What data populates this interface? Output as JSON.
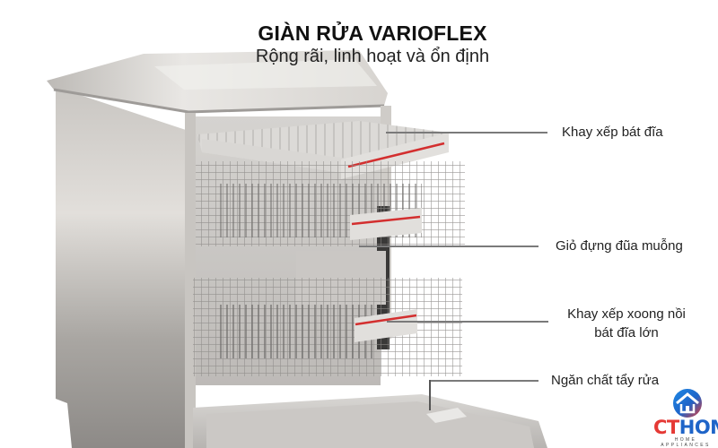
{
  "header": {
    "title": "GIÀN RỬA VARIOFLEX",
    "subtitle": "Rộng rãi, linh hoạt và ổn định"
  },
  "product": {
    "name": "dishwasher-image",
    "accent_color": "#d32f2f"
  },
  "callouts": [
    {
      "label": "Khay xếp bát đĩa"
    },
    {
      "label": "Giỏ đựng đũa muỗng"
    },
    {
      "label_line1": "Khay xếp xoong nồi",
      "label_line2": "bát đĩa lớn"
    },
    {
      "label": "Ngăn chất tẩy rửa"
    }
  ],
  "logo": {
    "brand_ct": "CT",
    "brand_home": "HOME",
    "tagline": "HOME APPLIANCES",
    "colors": {
      "red": "#e53935",
      "blue": "#1e64c8"
    }
  }
}
